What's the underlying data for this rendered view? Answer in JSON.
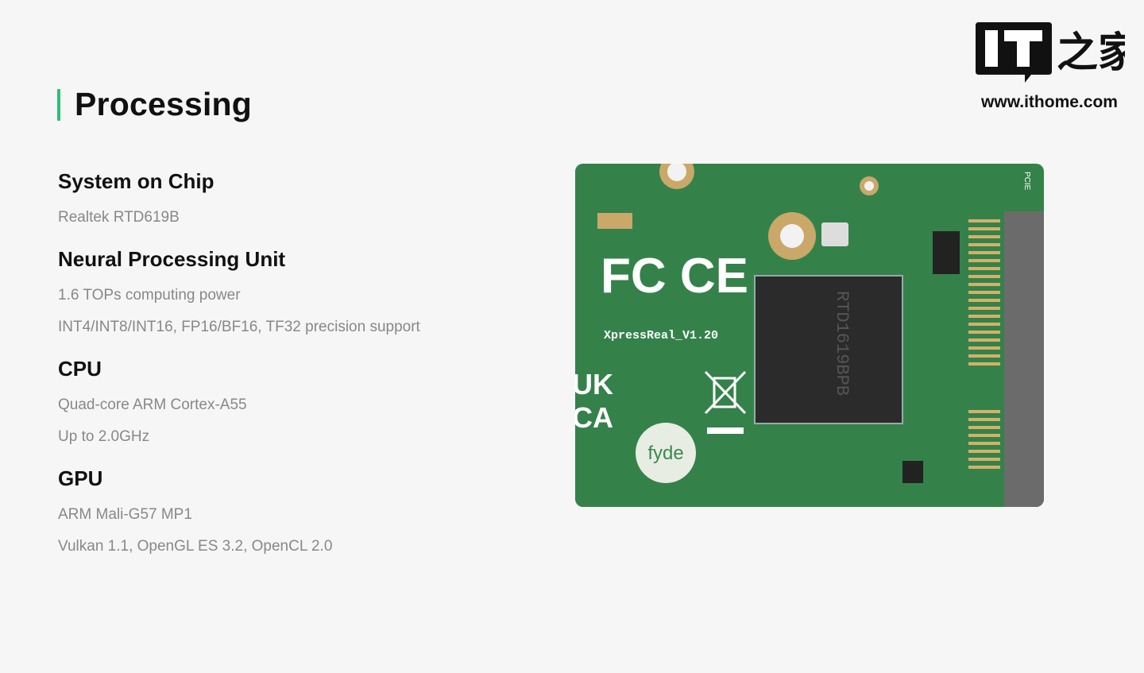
{
  "section": {
    "title": "Processing",
    "accent_color": "#2dbf78"
  },
  "specs": [
    {
      "heading": "System on Chip",
      "lines": [
        "Realtek RTD619B"
      ]
    },
    {
      "heading": "Neural Processing Unit",
      "lines": [
        "1.6 TOPs computing power",
        "INT4/INT8/INT16, FP16/BF16, TF32 precision support"
      ]
    },
    {
      "heading": "CPU",
      "lines": [
        "Quad-core ARM Cortex-A55",
        "Up to 2.0GHz"
      ]
    },
    {
      "heading": "GPU",
      "lines": [
        "ARM Mali-G57 MP1",
        "Vulkan 1.1, OpenGL ES 3.2, OpenCL 2.0"
      ]
    }
  ],
  "board_image": {
    "silkscreen": "XpressReal_V1.20",
    "chip_label": "RTD1619BPB",
    "badge": "fyde",
    "marks": "FC CE",
    "pcie": "PCIE"
  },
  "watermark": {
    "logo": "IT之家",
    "url": "www.ithome.com"
  }
}
